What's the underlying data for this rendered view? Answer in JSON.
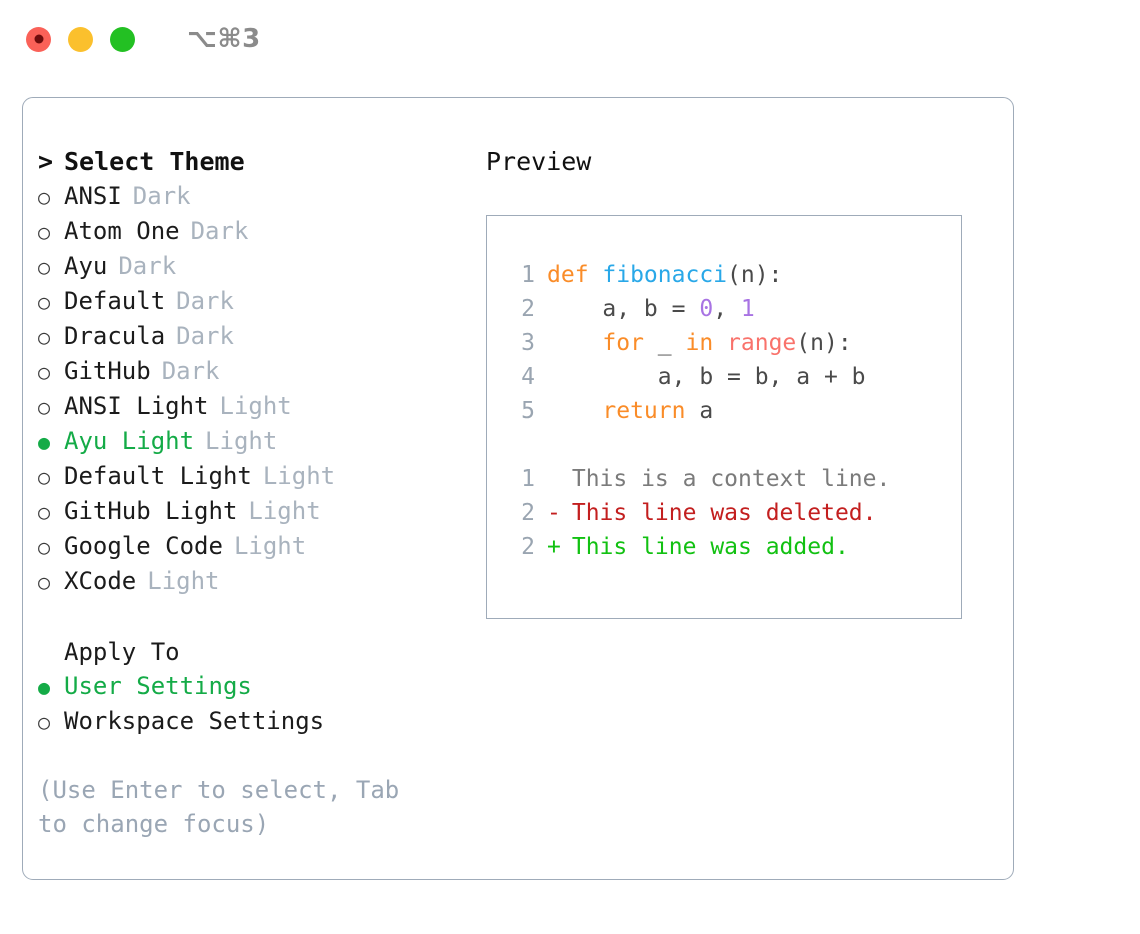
{
  "titlebar": {
    "shortcut": "⌥⌘3",
    "buttons": [
      {
        "name": "close",
        "color": "#fa6158"
      },
      {
        "name": "minimize",
        "color": "#fbc02d"
      },
      {
        "name": "zoom",
        "color": "#23c023"
      }
    ]
  },
  "theme_panel": {
    "heading": "Select Theme",
    "caret": ">",
    "bullet_unselected": "○",
    "bullet_selected": "●",
    "themes": [
      {
        "label": "ANSI",
        "tag": "Dark",
        "selected": false
      },
      {
        "label": "Atom One",
        "tag": "Dark",
        "selected": false
      },
      {
        "label": "Ayu",
        "tag": "Dark",
        "selected": false
      },
      {
        "label": "Default",
        "tag": "Dark",
        "selected": false
      },
      {
        "label": "Dracula",
        "tag": "Dark",
        "selected": false
      },
      {
        "label": "GitHub",
        "tag": "Dark",
        "selected": false
      },
      {
        "label": "ANSI Light",
        "tag": "Light",
        "selected": false
      },
      {
        "label": "Ayu Light",
        "tag": "Light",
        "selected": true
      },
      {
        "label": "Default Light",
        "tag": "Light",
        "selected": false
      },
      {
        "label": "GitHub Light",
        "tag": "Light",
        "selected": false
      },
      {
        "label": "Google Code",
        "tag": "Light",
        "selected": false
      },
      {
        "label": "XCode",
        "tag": "Light",
        "selected": false
      }
    ]
  },
  "apply_to": {
    "heading": "Apply To",
    "options": [
      {
        "label": "User Settings",
        "selected": true
      },
      {
        "label": "Workspace Settings",
        "selected": false
      }
    ]
  },
  "hint": "(Use Enter to select, Tab to change focus)",
  "preview": {
    "title": "Preview",
    "code_lines": [
      {
        "number": "1",
        "tokens": [
          {
            "text": "def ",
            "type": "kw"
          },
          {
            "text": "fibonacci",
            "type": "fn"
          },
          {
            "text": "(n):",
            "type": "pl"
          }
        ]
      },
      {
        "number": "2",
        "tokens": [
          {
            "text": "    a, b = ",
            "type": "pl"
          },
          {
            "text": "0",
            "type": "num"
          },
          {
            "text": ", ",
            "type": "pl"
          },
          {
            "text": "1",
            "type": "num"
          }
        ]
      },
      {
        "number": "3",
        "tokens": [
          {
            "text": "    ",
            "type": "pl"
          },
          {
            "text": "for",
            "type": "kw"
          },
          {
            "text": " _ ",
            "type": "pl"
          },
          {
            "text": "in",
            "type": "kw"
          },
          {
            "text": " ",
            "type": "pl"
          },
          {
            "text": "range",
            "type": "call"
          },
          {
            "text": "(n):",
            "type": "pl"
          }
        ]
      },
      {
        "number": "4",
        "tokens": [
          {
            "text": "        a, b = b, a + b",
            "type": "pl"
          }
        ]
      },
      {
        "number": "5",
        "tokens": [
          {
            "text": "    ",
            "type": "pl"
          },
          {
            "text": "return",
            "type": "kw"
          },
          {
            "text": " a",
            "type": "pl"
          }
        ]
      }
    ],
    "diff_lines": [
      {
        "number": "1",
        "sign": " ",
        "text": " This is a context line.",
        "type": "ctx"
      },
      {
        "number": "2",
        "sign": "-",
        "text": " This line was deleted.",
        "type": "del"
      },
      {
        "number": "2",
        "sign": "+",
        "text": " This line was added.",
        "type": "add"
      }
    ]
  },
  "colors": {
    "accent_green": "#14ab47",
    "muted": "#a9b3be",
    "border": "#9fabb9",
    "keyword": "#fa8c28",
    "function": "#29a8e8",
    "number": "#a873e3",
    "call": "#f9726b",
    "diff_delete": "#c31f1f",
    "diff_add": "#12c112"
  }
}
